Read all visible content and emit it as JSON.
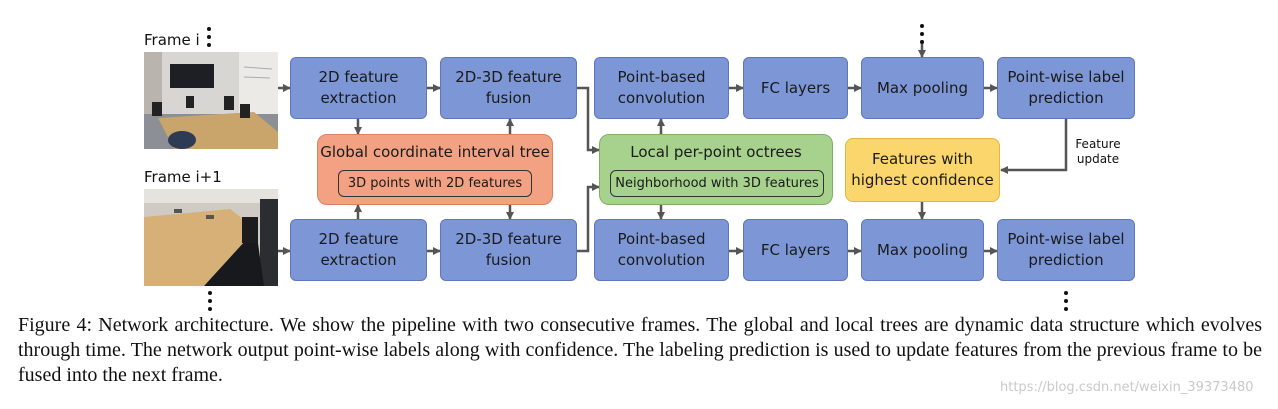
{
  "frames": {
    "frame_i": "Frame i",
    "frame_i1": "Frame i+1"
  },
  "boxes": {
    "feat_extract_top": "2D feature\nextraction",
    "fusion_top": "2D-3D feature\nfusion",
    "conv_top": "Point-based\nconvolution",
    "fc_top": "FC layers",
    "maxpool_top": "Max pooling",
    "pred_top": "Point-wise label\nprediction",
    "feat_extract_bot": "2D feature\nextraction",
    "fusion_bot": "2D-3D feature\nfusion",
    "conv_bot": "Point-based\nconvolution",
    "fc_bot": "FC layers",
    "maxpool_bot": "Max pooling",
    "pred_bot": "Point-wise label\nprediction",
    "global_tree_title": "Global coordinate interval tree",
    "global_tree_inner": "3D points with 2D features",
    "local_tree_title": "Local per-point octrees",
    "local_tree_inner": "Neighborhood with 3D features",
    "confidence": "Features with\nhighest confidence"
  },
  "feature_update": "Feature\nupdate",
  "colors": {
    "blue_box": "#7d97d6",
    "orange_box": "#f2a283",
    "green_box": "#a7d28d",
    "yellow_box": "#fbd66c",
    "arrow": "#555555"
  },
  "caption": "Figure 4: Network architecture. We show the pipeline with two consecutive frames. The global and local trees are dynamic data structure which evolves through time. The network output point-wise labels along with confidence. The labeling prediction is used to update features from the previous frame to be fused into the next frame.",
  "watermark": "https://blog.csdn.net/weixin_39373480"
}
